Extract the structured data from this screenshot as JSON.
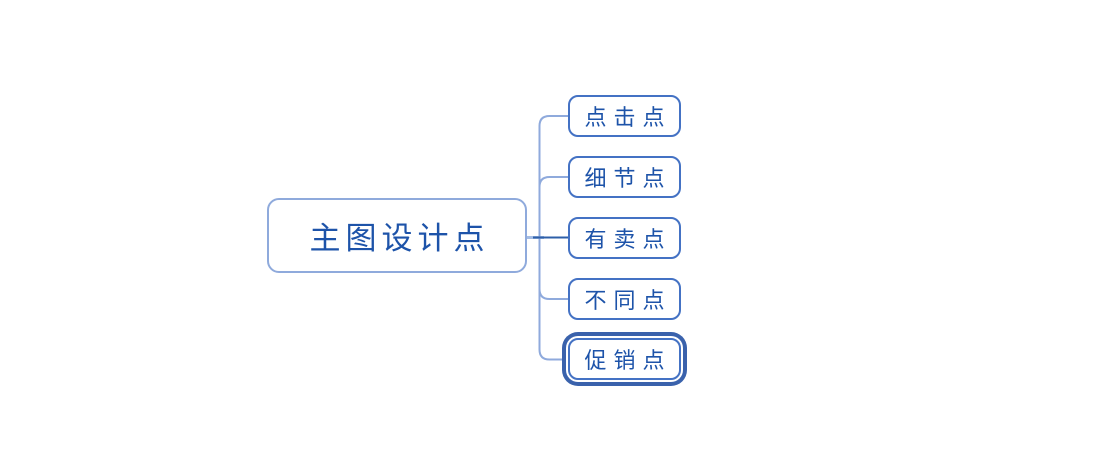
{
  "mindmap": {
    "root": {
      "label": "主图设计点"
    },
    "children": [
      {
        "label": "点击点",
        "selected": false
      },
      {
        "label": "细节点",
        "selected": false
      },
      {
        "label": "有卖点",
        "selected": false
      },
      {
        "label": "不同点",
        "selected": false
      },
      {
        "label": "促销点",
        "selected": true
      }
    ]
  },
  "colors": {
    "background": "#FFFFFF",
    "root_border": "#8FAADC",
    "child_border": "#4472C4",
    "text": "#1D53A9",
    "trunk": "#A3BCE4",
    "branch_light": "#8FAADC",
    "branch_dark": "#2E5FA8",
    "selection_ring": "#3A62AC"
  }
}
